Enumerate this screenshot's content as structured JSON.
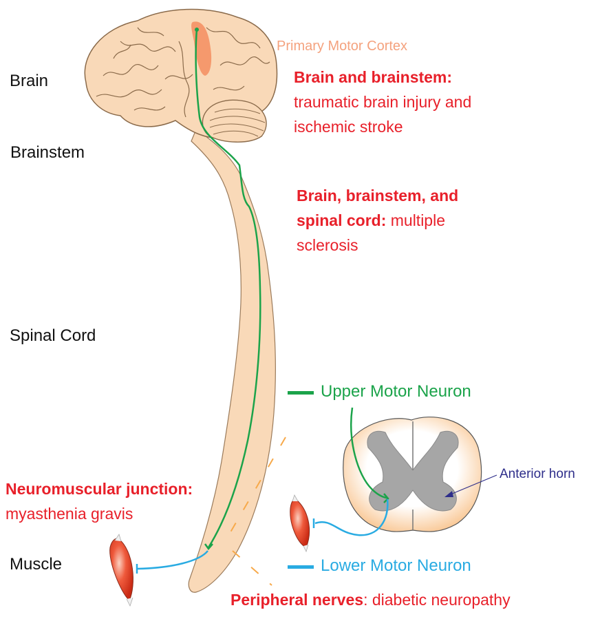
{
  "colors": {
    "upper_motor_neuron": "#1ba34a",
    "lower_motor_neuron": "#29abe2",
    "disease_text": "#e8202a",
    "motor_cortex": "#f4a27e",
    "anterior_horn": "#2e2e8a",
    "nervous_tissue": "#f9d9b8"
  },
  "structures": {
    "brain": "Brain",
    "brainstem": "Brainstem",
    "spinal_cord": "Spinal Cord",
    "muscle": "Muscle"
  },
  "cortex_label": "Primary Motor Cortex",
  "anterior_horn_label": "Anterior horn",
  "legend": {
    "upper": "Upper Motor Neuron",
    "lower": "Lower Motor Neuron"
  },
  "disease_sites": {
    "brain_brainstem": {
      "site": "Brain and brainstem:",
      "line1": "traumatic brain injury and",
      "line2": "ischemic stroke"
    },
    "brain_brainstem_cord": {
      "site_line1": "Brain, brainstem, and",
      "site_line2": "spinal cord:",
      "text_line2": " multiple",
      "text_line3": "sclerosis"
    },
    "nmj": {
      "site": "Neuromuscular junction:",
      "text": "myasthenia gravis"
    },
    "peripheral": {
      "site": "Peripheral nerves",
      "text": ": diabetic neuropathy"
    }
  }
}
